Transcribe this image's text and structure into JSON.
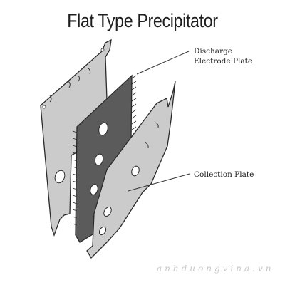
{
  "title": "Flat Type Precipitator",
  "labels": {
    "discharge_line1": "Discharge",
    "discharge_line2": "Electrode Plate",
    "collection": "Collection Plate"
  },
  "watermark": "anhduongvina.vn",
  "colors": {
    "plate_light": "#cbcbcb",
    "plate_dark": "#5b5b5b",
    "outline": "#2a2a2a",
    "leader": "#333333"
  }
}
